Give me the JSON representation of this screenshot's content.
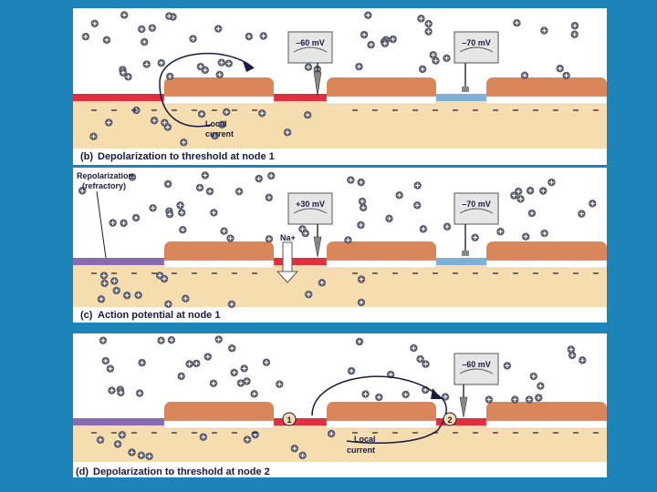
{
  "panels": {
    "b": {
      "letter": "(b)",
      "caption": "Depolarization to threshold at node 1",
      "voltmeter_left": "–60 mV",
      "voltmeter_right": "–70 mV",
      "local_current_line1": "Local",
      "local_current_line2": "current"
    },
    "c": {
      "letter": "(c)",
      "caption": "Action potential at node 1",
      "repolarization_line1": "Repolarization",
      "repolarization_line2": "(refractory)",
      "voltmeter_left": "+30 mV",
      "voltmeter_right": "–70 mV",
      "ion_label": "Na+"
    },
    "d": {
      "letter": "(d)",
      "caption": "Depolarization to threshold at node 2",
      "voltmeter_right": "–60 mV",
      "node1_label": "1",
      "node2_label": "2",
      "local_current_line1": "Local",
      "local_current_line2": "current"
    }
  },
  "colors": {
    "background": "#1c84b8",
    "extracellular": "#ffffff",
    "axoplasm": "#f6ddb0",
    "myelin": "#d9875a",
    "depolarized": "#e0303f",
    "resting": "#7fb0d8",
    "refractory": "#8a6bb0",
    "ion": "#5a5a6a"
  }
}
